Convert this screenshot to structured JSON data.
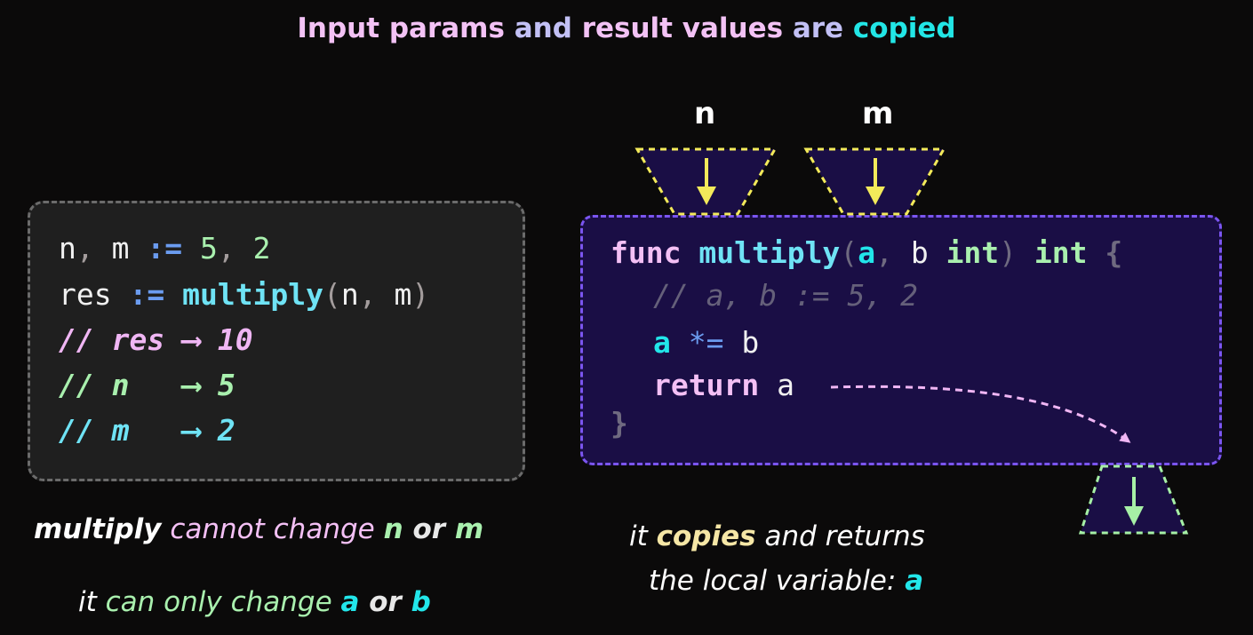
{
  "title": {
    "part1": "Input params",
    "part2": " and ",
    "part3": "result values",
    "part4": " are ",
    "part5": "copied"
  },
  "labels": {
    "n": "n",
    "m": "m"
  },
  "left_code": {
    "line1": {
      "a": "n",
      "b": ", ",
      "c": "m",
      "d": " := ",
      "e": "5",
      "f": ", ",
      "g": "2"
    },
    "line2": {
      "a": "res",
      "b": " := ",
      "c": "multiply",
      "d": "(",
      "e": "n",
      "f": ", ",
      "g": "m",
      "h": ")"
    },
    "line3": {
      "a": "// ",
      "b": "res",
      "c": " ⟶ ",
      "d": "10"
    },
    "line4": {
      "a": "// ",
      "b": "n",
      "c": "   ⟶ ",
      "d": "5"
    },
    "line5": {
      "a": "// ",
      "b": "m",
      "c": "   ⟶ ",
      "d": "2"
    }
  },
  "right_code": {
    "line1": {
      "a": "func",
      "b": " ",
      "c": "multiply",
      "d": "(",
      "e": "a",
      "f": ", ",
      "g": "b",
      "h": " ",
      "i": "int",
      "j": ")",
      "k": " ",
      "l": "int",
      "m": " ",
      "n": "{"
    },
    "line2": "// a, b := 5, 2",
    "line3": {
      "a": "a",
      "b": " *=",
      "c": " b"
    },
    "line4": {
      "a": "return",
      "b": " a"
    },
    "line5": "}"
  },
  "captions": {
    "left1": {
      "a": "multiply",
      "b": " cannot change ",
      "c": "n",
      "d": " or ",
      "e": "m"
    },
    "left2": {
      "a": "it ",
      "b": "can only change ",
      "c": "a",
      "d": " or ",
      "e": "b"
    },
    "right1": {
      "a": "it ",
      "b": "copies",
      "c": " and returns"
    },
    "right2": {
      "a": "the local variable: ",
      "b": "a"
    }
  },
  "colors": {
    "background": "#0b0a0a",
    "left_box": "#1f1f1f",
    "right_box": "#1a0e45",
    "right_border": "#7b55f0",
    "input_funnel": "#f3ea5a",
    "output_funnel": "#a6f0a6",
    "return_arrow": "#f0b6f4"
  }
}
